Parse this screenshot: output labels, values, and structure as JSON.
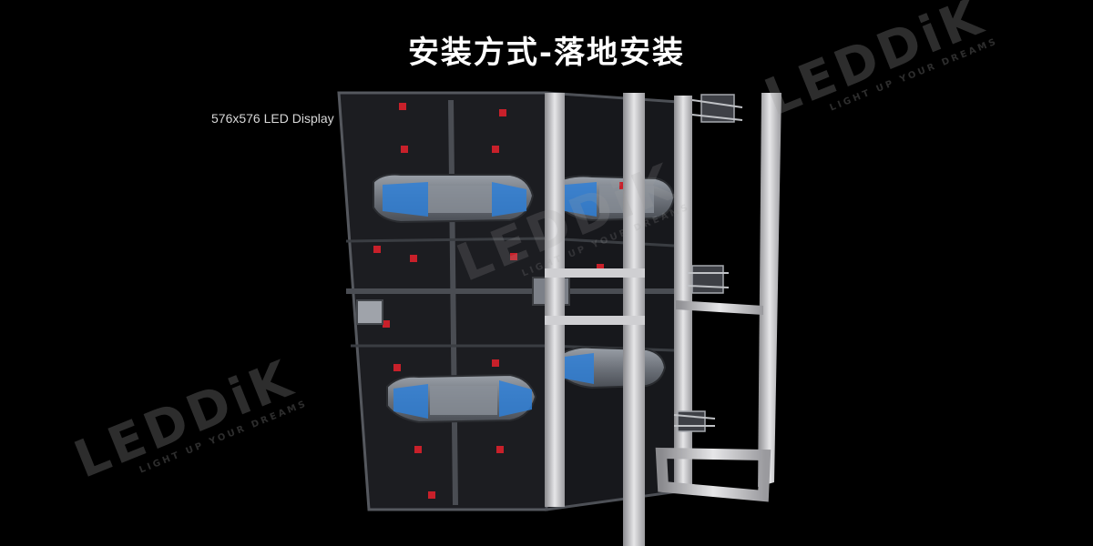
{
  "title": "安装方式-落地安装",
  "product_label": "576x576 LED Display",
  "watermark": {
    "brand": "LEDDiK",
    "slogan": "LIGHT UP YOUR DREAMS"
  },
  "colors": {
    "background": "#000000",
    "frame_metal": "#c9c9cc",
    "accent_blue": "#2f7fd6",
    "connector_red": "#c8202a"
  }
}
